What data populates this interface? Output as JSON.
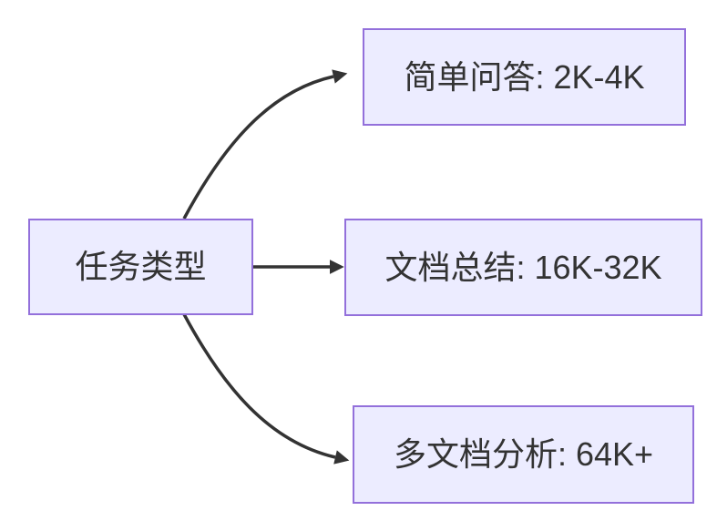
{
  "diagram": {
    "type": "flowchart-left-to-right",
    "root": {
      "label": "任务类型"
    },
    "branches": [
      {
        "label": "简单问答: 2K-4K"
      },
      {
        "label": "文档总结: 16K-32K"
      },
      {
        "label": "多文档分析: 64K+"
      }
    ],
    "edges": [
      {
        "from": "任务类型",
        "to": "简单问答: 2K-4K"
      },
      {
        "from": "任务类型",
        "to": "文档总结: 16K-32K"
      },
      {
        "from": "任务类型",
        "to": "多文档分析: 64K+"
      }
    ],
    "colors": {
      "node_fill": "#ECECFF",
      "node_border": "#9370DB",
      "node_text": "#333333",
      "edge": "#333333",
      "background": "#FFFFFF"
    }
  }
}
